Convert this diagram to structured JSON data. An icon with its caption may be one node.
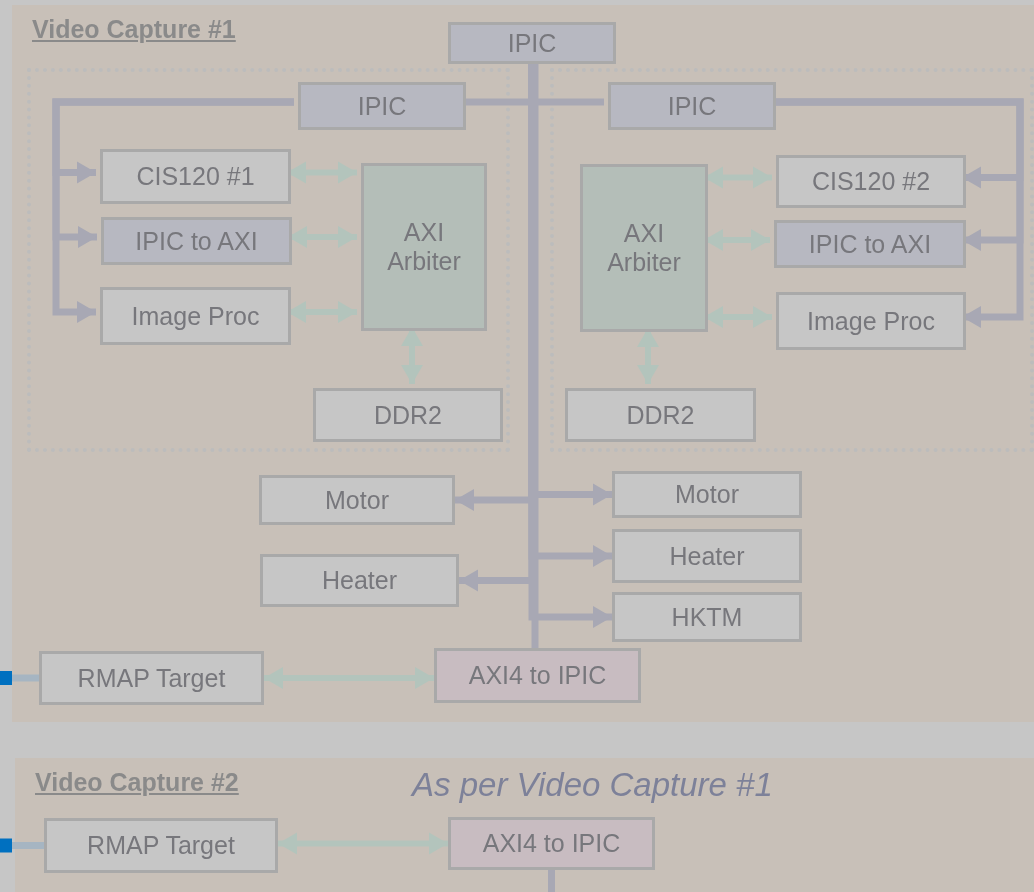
{
  "diagram": {
    "nodes": [
      {
        "text": [
          "Video Capture #1"
        ]
      },
      {
        "text": [
          "IPIC"
        ],
        "in": 0
      },
      {
        "text": [],
        "shape": "box",
        "in": 0
      },
      {
        "text": [
          "IPIC"
        ],
        "in": 2
      },
      {
        "text": [
          "CIS120 #1"
        ],
        "in": 2
      },
      {
        "text": [
          "IPIC to AXI"
        ],
        "in": 2
      },
      {
        "text": [
          "Image Proc"
        ],
        "in": 2
      },
      {
        "text": [
          "AXI Arbiter"
        ],
        "in": 2
      },
      {
        "text": [
          "DDR2"
        ],
        "in": 2
      },
      {
        "text": [],
        "shape": "box",
        "in": 0
      },
      {
        "text": [
          "IPIC"
        ],
        "in": 9
      },
      {
        "text": [
          "AXI Arbiter"
        ],
        "in": 9
      },
      {
        "text": [
          "CIS120 #2"
        ],
        "in": 9
      },
      {
        "text": [
          "IPIC to AXI"
        ],
        "in": 9
      },
      {
        "text": [
          "Image Proc"
        ],
        "in": 9
      },
      {
        "text": [
          "DDR2"
        ],
        "in": 9
      },
      {
        "text": [
          "Motor"
        ],
        "in": 0
      },
      {
        "text": [
          "Motor"
        ],
        "in": 0
      },
      {
        "text": [
          "Heater"
        ],
        "in": 0
      },
      {
        "text": [
          "Heater"
        ],
        "in": 0
      },
      {
        "text": [
          "HKTM"
        ],
        "in": 0
      },
      {
        "text": [
          "RMAP Target"
        ],
        "in": 0
      },
      {
        "text": [
          "AXI4 to IPIC"
        ],
        "in": 0
      },
      {
        "text": [
          "Video Capture #2",
          "As per Video Capture #1"
        ]
      },
      {
        "text": [
          "RMAP Target"
        ],
        "in": 23
      },
      {
        "text": [
          "AXI4 to IPIC"
        ],
        "in": 23
      }
    ],
    "edges": [
      {
        "from": 1,
        "to": 3,
        "arrow": "none"
      },
      {
        "from": 1,
        "to": 10,
        "arrow": "none"
      },
      {
        "from": 1,
        "to": 16,
        "arrow": "to"
      },
      {
        "from": 1,
        "to": 17,
        "arrow": "to"
      },
      {
        "from": 1,
        "to": 18,
        "arrow": "to"
      },
      {
        "from": 1,
        "to": 19,
        "arrow": "to"
      },
      {
        "from": 1,
        "to": 20,
        "arrow": "to"
      },
      {
        "from": 1,
        "to": 22,
        "arrow": "none"
      },
      {
        "from": 3,
        "to": 4,
        "arrow": "to"
      },
      {
        "from": 3,
        "to": 5,
        "arrow": "to"
      },
      {
        "from": 3,
        "to": 6,
        "arrow": "to"
      },
      {
        "from": 10,
        "to": 12,
        "arrow": "to"
      },
      {
        "from": 10,
        "to": 13,
        "arrow": "to"
      },
      {
        "from": 10,
        "to": 14,
        "arrow": "to"
      },
      {
        "from": 4,
        "to": 7,
        "arrow": "both",
        "color": "#b3c4bc"
      },
      {
        "from": 5,
        "to": 7,
        "arrow": "both",
        "color": "#b3c4bc"
      },
      {
        "from": 6,
        "to": 7,
        "arrow": "both",
        "color": "#b3c4bc"
      },
      {
        "from": 7,
        "to": 8,
        "arrow": "both",
        "color": "#b3c4bc"
      },
      {
        "from": 11,
        "to": 12,
        "arrow": "both",
        "color": "#b3c4bc"
      },
      {
        "from": 11,
        "to": 13,
        "arrow": "both",
        "color": "#b3c4bc"
      },
      {
        "from": 11,
        "to": 14,
        "arrow": "both",
        "color": "#b3c4bc"
      },
      {
        "from": 11,
        "to": 15,
        "arrow": "both",
        "color": "#b3c4bc"
      },
      {
        "from": 21,
        "to": 22,
        "arrow": "both",
        "color": "#b3c4bc"
      },
      {
        "from": 24,
        "to": 25,
        "arrow": "both",
        "color": "#b3c4bc"
      },
      {
        "from": null,
        "to": 21,
        "arrow": "none",
        "color": "#a6b5c2"
      },
      {
        "from": null,
        "to": 24,
        "arrow": "none",
        "color": "#a6b5c2"
      },
      {
        "from": 25,
        "to": null,
        "arrow": "none"
      }
    ]
  }
}
